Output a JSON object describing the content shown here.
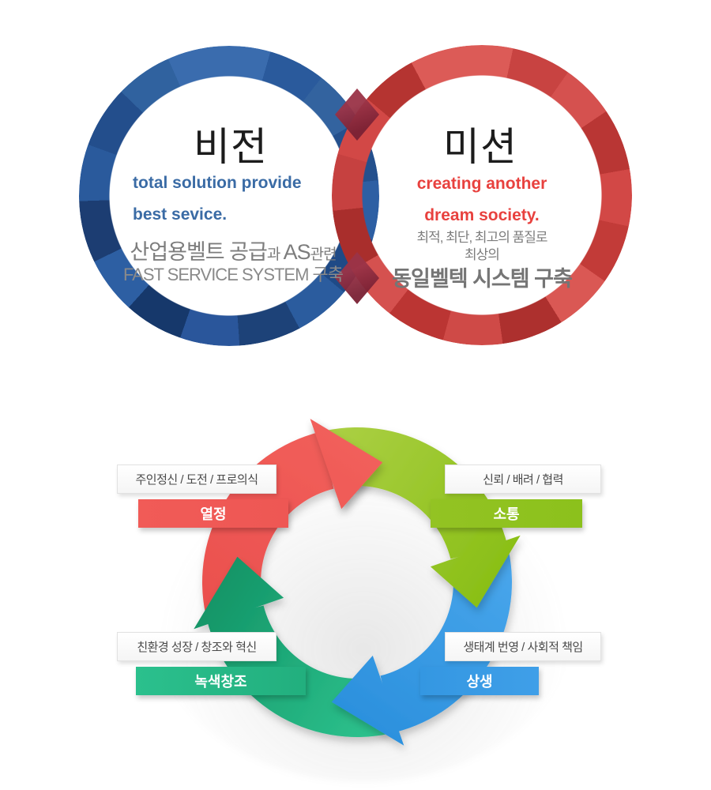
{
  "vision": {
    "title": "비전",
    "tagline": [
      "total solution provide",
      "best sevice."
    ],
    "detail_seg_big1": "산업용벨트 공급",
    "detail_seg_small1": "과 ",
    "detail_seg_big2": "AS",
    "detail_seg_small2": "관련",
    "detail_line2": "FAST SERVICE SYSTEM 구축",
    "accent_color": "#3a6ba5",
    "ring_color": "#2d5fa0"
  },
  "mission": {
    "title": "미션",
    "tagline": [
      "creating another",
      "dream society."
    ],
    "detail_lines": [
      "최적, 최단, 최고의 품질로",
      "최상의"
    ],
    "detail_emphasis": "동일벨텍 시스템 구축",
    "accent_color": "#e8413e",
    "ring_color": "#d8403c"
  },
  "core_values": {
    "items": [
      {
        "position": "top-left",
        "tag": "주인정신 / 도전 / 프로의식",
        "label": "열정",
        "color": "#f15b57"
      },
      {
        "position": "top-right",
        "tag": "신뢰 / 배려 / 협력",
        "label": "소통",
        "color": "#8cc11c"
      },
      {
        "position": "bottom-right",
        "tag": "생태계 번영 / 사회적 책임",
        "label": "상생",
        "color": "#3f9fe8"
      },
      {
        "position": "bottom-left",
        "tag": "친환경 성장 / 창조와 혁신",
        "label": "녹색창조",
        "color": "#2bbe8c"
      }
    ]
  },
  "palette": {
    "ring_overlap": "#8a2b3d",
    "detail_gray": "#7d7d7d",
    "title_black": "#1c1c1c"
  }
}
